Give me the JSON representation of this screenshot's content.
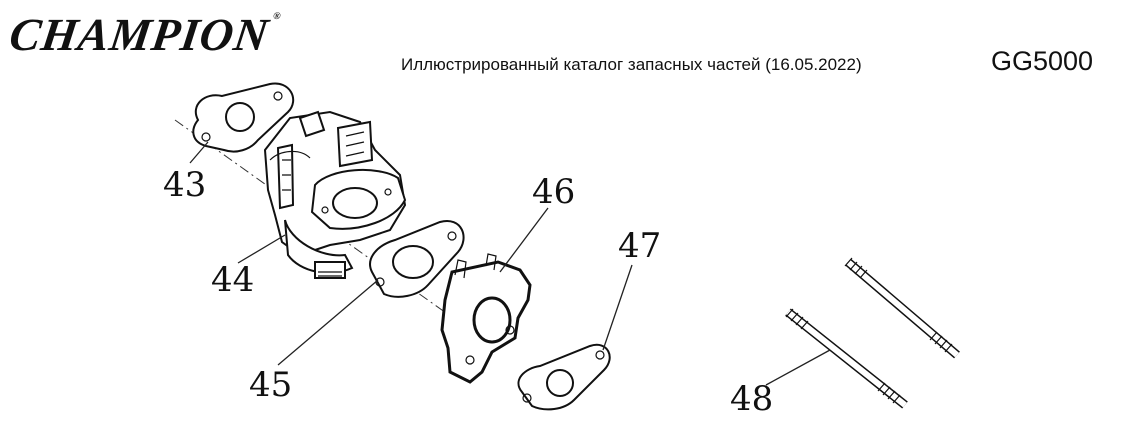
{
  "header": {
    "brand": "CHAMPION",
    "registered_mark": "®",
    "catalog_title": "Иллюстрированный каталог запасных частей (16.05.2022)",
    "model": "GG5000"
  },
  "callouts": {
    "c43": "43",
    "c44": "44",
    "c45": "45",
    "c46": "46",
    "c47": "47",
    "c48": "48"
  }
}
